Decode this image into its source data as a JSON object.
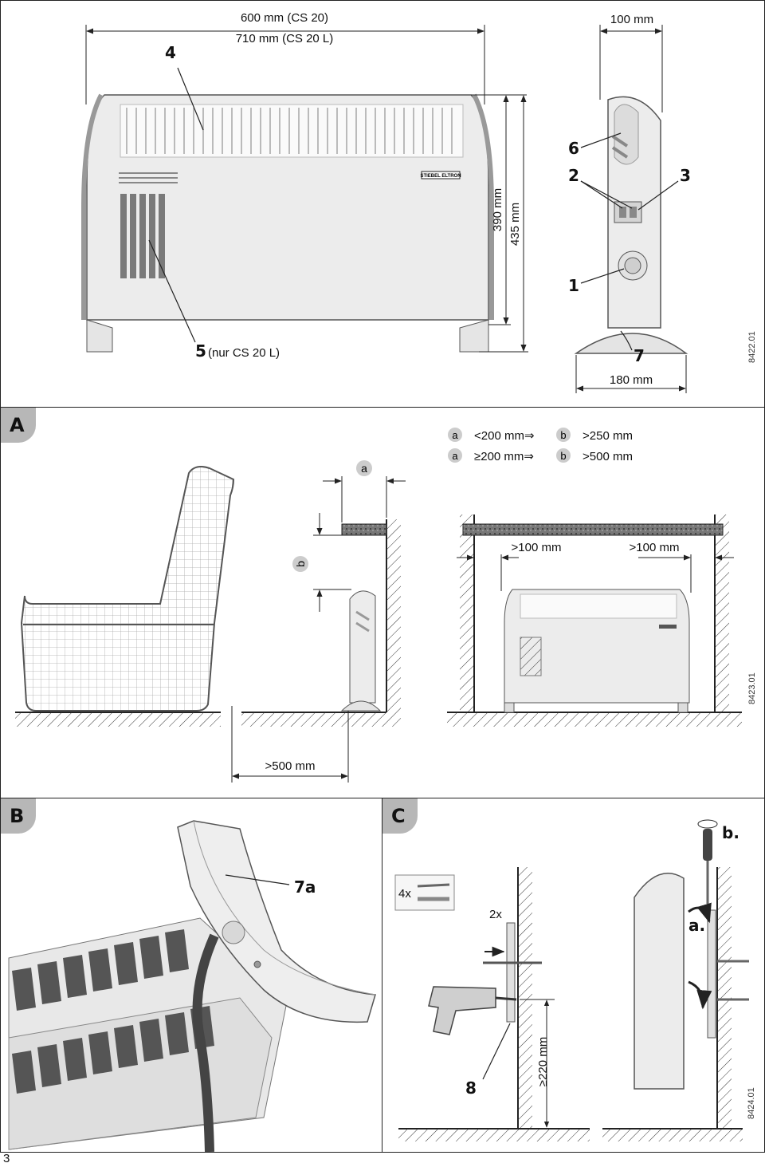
{
  "page_number": "3",
  "colors": {
    "line": "#222222",
    "device": "#e9e9e9",
    "grille": "#7a7a7a",
    "panel_label_bg": "#b7b7b7"
  },
  "top": {
    "width_cs20": "600 mm (CS 20)",
    "width_cs20l": "710 mm (CS 20 L)",
    "depth": "100 mm",
    "height_body": "390 mm",
    "height_total": "435 mm",
    "foot_width": "180 mm",
    "callout_4": "4",
    "callout_5": "5",
    "callout_5_note": "(nur CS 20 L)",
    "callout_6": "6",
    "callout_2": "2",
    "callout_3": "3",
    "callout_1": "1",
    "callout_7": "7",
    "drawing_code": "8422.01",
    "brand": "STIEBEL ELTRON"
  },
  "section_a": {
    "letter": "A",
    "legend_a": "a",
    "legend_b": "b",
    "legend_row1_a": "<200 mm⇒",
    "legend_row1_b": ">250 mm",
    "legend_row2_a": "≥200 mm⇒",
    "legend_row2_b": ">500 mm",
    "dim_a": "a",
    "dim_b": "b",
    "clearance_left": ">100 mm",
    "clearance_right": ">100 mm",
    "front_distance": ">500 mm",
    "drawing_code": "8423.01"
  },
  "section_b": {
    "letter": "B",
    "callout_7a": "7a"
  },
  "section_c": {
    "letter": "C",
    "screws_qty": "4x",
    "brackets_qty": "2x",
    "callout_8": "8",
    "height_min": "≥220 mm",
    "step_a": "a.",
    "step_b": "b.",
    "drawing_code": "8424.01"
  }
}
